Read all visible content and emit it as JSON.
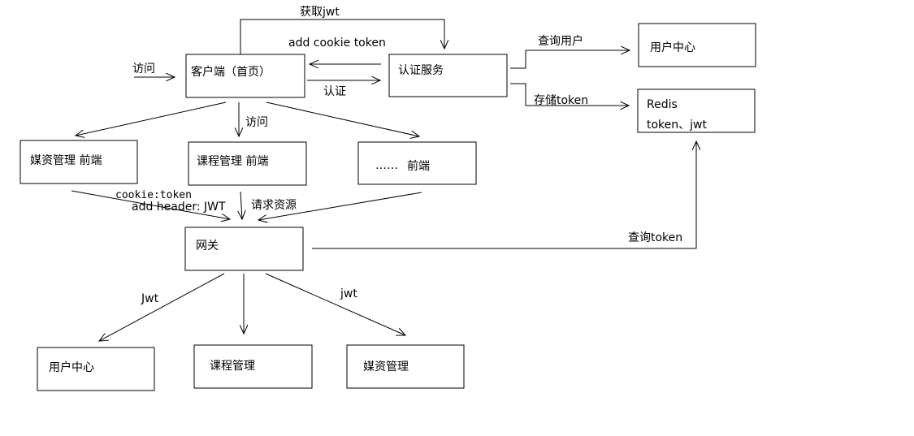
{
  "nodes": {
    "client": "客户端（首页）",
    "auth_service": "认证服务",
    "user_center_top": "用户中心",
    "redis_line1": "Redis",
    "redis_line2": "token、jwt",
    "media_frontend": "媒资管理 前端",
    "course_frontend": "课程管理 前端",
    "other_frontend_dots": "……",
    "other_frontend_label": "前端",
    "gateway": "网关",
    "user_center_bottom": "用户中心",
    "course_mgmt": "课程管理",
    "media_mgmt": "媒资管理"
  },
  "edges": {
    "get_jwt": "获取jwt",
    "add_cookie_token": "add cookie token",
    "visit_client": "访问",
    "authenticate": "认证",
    "query_user": "查询用户",
    "store_token": "存储token",
    "visit_frontend": "访问",
    "cookie_token": "cookie:token",
    "add_header_jwt": "add  header: JWT",
    "request_resource": "请求资源",
    "query_token": "查询token",
    "jwt_left": "Jwt",
    "jwt_right": "jwt"
  }
}
